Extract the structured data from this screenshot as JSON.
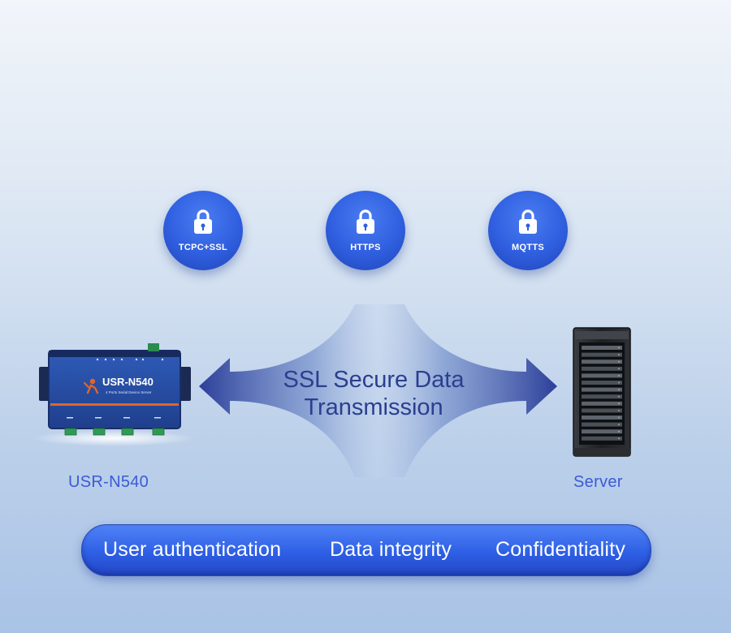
{
  "protocols": [
    {
      "label": "TCPC+SSL"
    },
    {
      "label": "HTTPS"
    },
    {
      "label": "MQTTS"
    }
  ],
  "center": {
    "line1": "SSL Secure Data",
    "line2": "Transmission"
  },
  "device": {
    "brand": "USR-N540",
    "subtitle": "4 Ports Serial Device Server",
    "label": "USR-N540"
  },
  "server": {
    "label": "Server"
  },
  "features": [
    "User authentication",
    "Data integrity",
    "Confidentiality"
  ],
  "colors": {
    "accent": "#2f5fdf",
    "title_text": "#2b3f8f",
    "label_text": "#3b5bd6",
    "device_body": "#2a4fa3",
    "device_stripe": "#e0662a"
  },
  "icons": {
    "protocol_badge": "lock-icon",
    "device_logo": "usr-person-logo"
  }
}
